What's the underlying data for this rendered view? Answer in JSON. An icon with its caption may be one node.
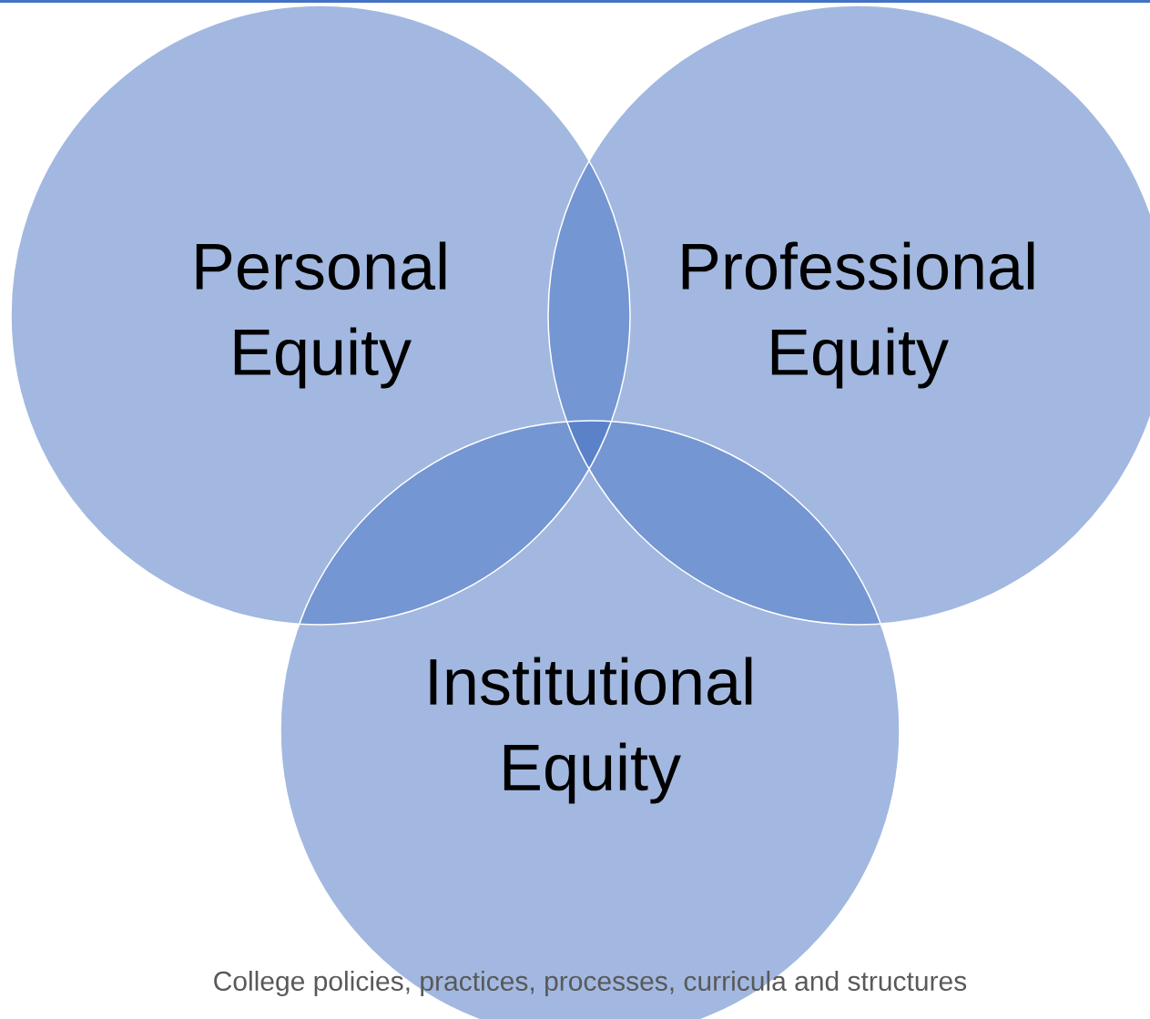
{
  "diagram": {
    "nodes": [
      {
        "text": [
          "Personal Equity"
        ]
      },
      {
        "text": [
          "Professional Equity"
        ]
      },
      {
        "text": [
          "Institutional Equity"
        ]
      }
    ],
    "labels": [
      "College policies, practices, processes, curricula and structures"
    ]
  }
}
